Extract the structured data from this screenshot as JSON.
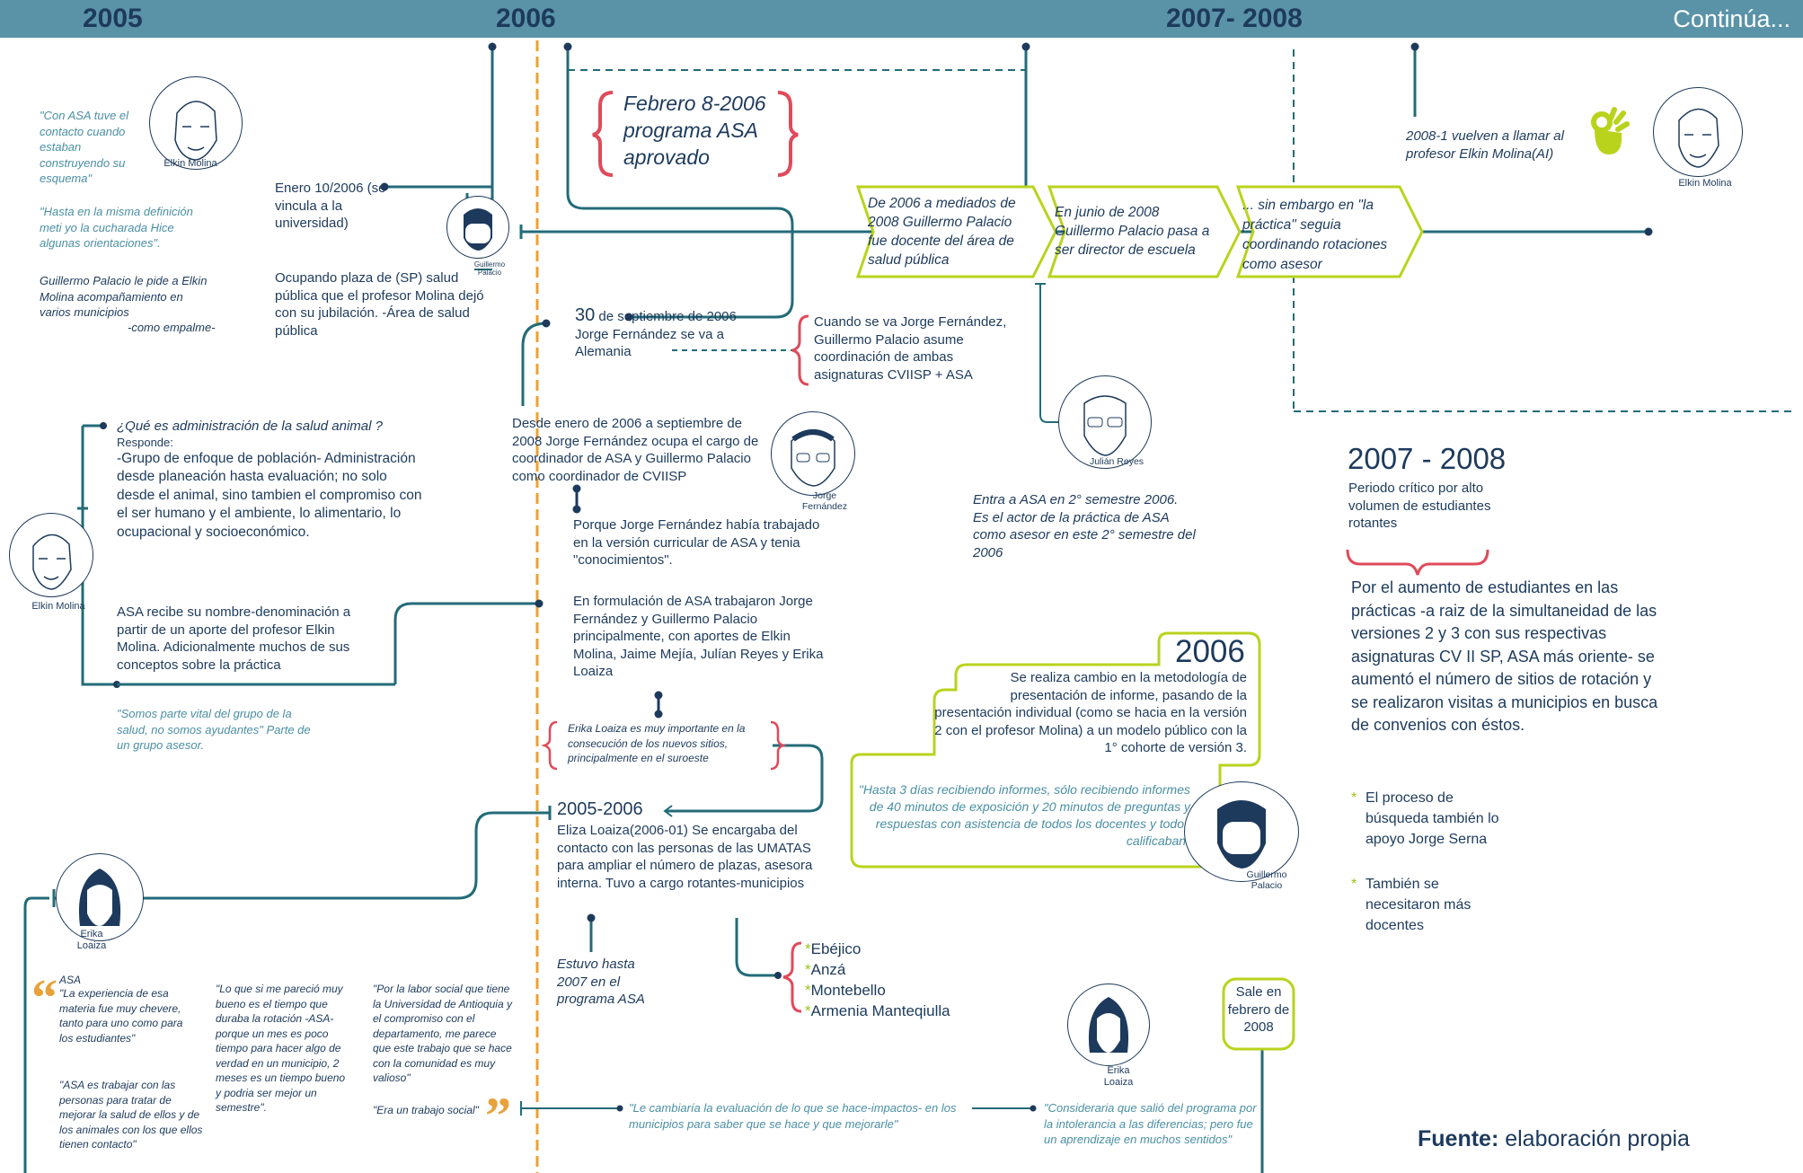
{
  "header": {
    "y2005": "2005",
    "y2006": "2006",
    "y2007": "2007-  2008",
    "continua": "Continúa..."
  },
  "quotes_left": {
    "q1": "\"Con ASA tuve el contacto cuando estaban construyendo su esquema\"",
    "q2": "\"Hasta en la misma definición meti yo la cucharada Hice algunas orientaciones\".",
    "q3": "Guillermo Palacio le pide a Elkin Molina acompañamiento en varios municipios",
    "q3b": "-como empalme-"
  },
  "people": {
    "elkin_top": "Elkin Molina",
    "palacio_top": "Guillermo Palacio",
    "elkin_mid": "Elkin Molina",
    "jorge": "Jorge Fernández",
    "julian": "Julián Reyes",
    "erika_left": "Erika Loaiza",
    "erika_right": "Erika Loaiza",
    "palacio_right": "Guillermo Palacio",
    "elkin_right": "Elkin Molina"
  },
  "events": {
    "enero": "Enero 10/2006 (se vincula a la universidad)",
    "ocupando": "Ocupando plaza de (SP) salud pública que el profesor Molina dejó con su jubilación. -Área de salud pública",
    "febrero": "Febrero 8-2006 programa ASA aprovado",
    "sept_num": "30",
    "sept": " de septiembre de 2006 Jorge Fernández se va a Alemania",
    "cuando": "Cuando se va Jorge Fernández, Guillermo Palacio asume coordinación de ambas asignaturas CVIISP + ASA",
    "desde": "Desde enero de 2006 a septiembre de 2008 Jorge Fernández ocupa el cargo de coordinador de ASA y Guillermo Palacio como coordinador de CVIISP",
    "porque": "Porque Jorge Fernández había trabajado en la versión curricular de ASA y tenia \"conocimientos\".",
    "formulacion": "En formulación de ASA trabajaron Jorge Fernández y Guillermo Palacio principalmente, con aportes de Elkin Molina, Jaime Mejía, Julían Reyes y Erika Loaiza",
    "erika_imp": "Erika Loaiza es muy importante en la consecución de los nuevos sitios, principalmente en el suroeste",
    "r2005_title": "2005-2006",
    "r2005": "Eliza Loaiza(2006-01) Se encargaba del contacto con las personas de las UMATAS para ampliar el número de plazas, asesora interna. Tuvo a cargo rotantes-municipios",
    "estuvo": "Estuvo hasta 2007 en el programa ASA"
  },
  "municipios": [
    "Ebéjico",
    "Anzá",
    "Montebello",
    "Armenia Manteqiulla"
  ],
  "qa": {
    "question": "¿Qué es administración de la salud animal ?",
    "responde": "Responde:",
    "answer": "-Grupo de enfoque de población- Administración desde planeación hasta evaluación; no solo desde el animal, sino tambien el compromiso con el ser humano y el ambiente, lo alimentario, lo ocupacional y  socioeconómico.",
    "asa_name": "ASA recibe su nombre-denominación a partir de un aporte del profesor Elkin Molina. Adicionalmente muchos de sus conceptos sobre la práctica",
    "somos": "\"Somos parte vital del grupo de la salud, no somos ayudantes\" Parte de un grupo asesor."
  },
  "bottom_quotes": {
    "asa_label": "ASA",
    "b1": "\"La experiencia de esa materia fue muy chevere, tanto para uno como para los estudiantes\"",
    "b2": "\"ASA es trabajar con las personas para tratar de mejorar la salud de ellos y de los animales con los que ellos tienen contacto\"",
    "b3": "\"Lo que si me pareció muy bueno es el tiempo que duraba la rotación -ASA- porque un mes es poco tiempo para hacer algo de verdad en un municipio, 2 meses es un tiempo bueno y podria ser mejor un semestre\".",
    "b4": "\"Por la labor social que tiene la Universidad de Antioquia y el compromiso con el departamento, me parece que este trabajo que se hace con la comunidad es muy valioso\"",
    "b5": "\"Era un trabajo social\"",
    "b6": "\"Le cambiaría la evaluación de lo que se hace-impactos- en los municipios para saber que se hace y que mejorarle\"",
    "b7": "\"Consideraria que salió del programa por la intolerancia a las diferencias; pero fue un aprendizaje en muchos sentidos\""
  },
  "chevrons": {
    "c1": "De 2006 a mediados de 2008 Guillermo Palacio fue docente del área de salud pública",
    "c2": "En junio de 2008 Guillermo Palacio pasa a ser director de escuela",
    "c3": "... sin embargo en \"la práctica\" seguia coordinando rotaciones como asesor"
  },
  "right": {
    "julian_note": "Entra a ASA en 2°  semestre 2006. Es el actor de la práctica de ASA como asesor en este 2° semestre del 2006",
    "r2008": "2008-1 vuelven a llamar al profesor Elkin Molina(AI)",
    "y0708": "2007 - 2008",
    "periodo": "Periodo crítico por alto volumen de estudiantes rotantes",
    "aumento": "Por el aumento de estudiantes en las prácticas -a raiz de la simultaneidad de las versiones 2 y 3 con sus respectivas asignaturas CV II SP, ASA más oriente- se aumentó el número de sitios de rotación y se realizaron visitas a municipios en busca de convenios con éstos.",
    "bullet1": "El proceso de búsqueda también lo apoyo Jorge Serna",
    "bullet2": "También se necesitaron más docentes",
    "cloud_year": "2006",
    "cloud_text": "Se realiza cambio en la metodología de presentación de informe, pasando de la presentación individual (como se hacia en la versión 2 con el profesor Molina) a un modelo público con la 1° cohorte de versión 3.",
    "cloud_quote": "\"Hasta 3 días recibiendo informes, sólo recibiendo informes de 40 minutos de exposición y 20 minutos de preguntas y respuestas con asistencia de todos los docentes y todos calificaban\"",
    "sale": "Sale en febrero de 2008",
    "fuente_bold": "Fuente:",
    "fuente": " elaboración propia"
  },
  "colors": {
    "teal": "#236b78",
    "navy": "#1d3a5c",
    "orange": "#e8a23a",
    "red": "#e04a5a",
    "green": "#b9d31d",
    "quote": "#4a8fa3"
  }
}
